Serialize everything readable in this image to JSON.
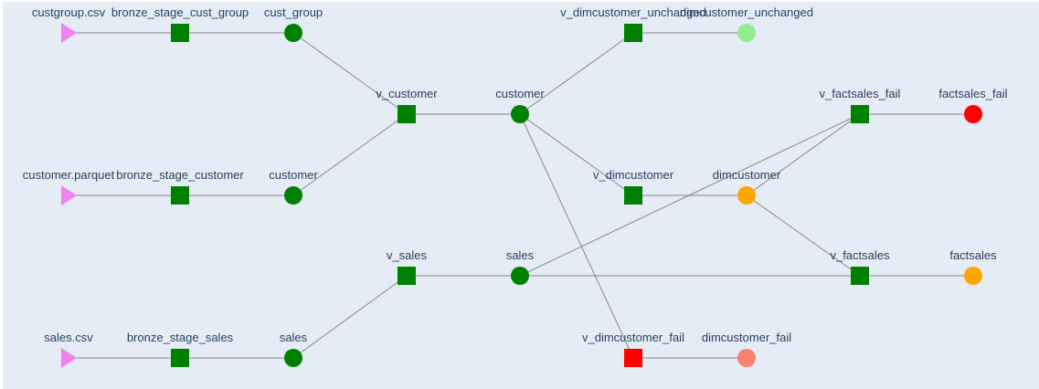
{
  "diagram": {
    "background": "#e5ecf6",
    "edge_color": "#888888",
    "label_color": "#2a3f5f",
    "nodes": [
      {
        "id": "n_custgroup_csv",
        "label": "custgroup.csv",
        "shape": "triangle",
        "color": "#ee82ee"
      },
      {
        "id": "n_bronze_cust_group",
        "label": "bronze_stage_cust_group",
        "shape": "square",
        "color": "#008000"
      },
      {
        "id": "n_cust_group",
        "label": "cust_group",
        "shape": "circle",
        "color": "#008000"
      },
      {
        "id": "n_customer_parquet",
        "label": "customer.parquet",
        "shape": "triangle",
        "color": "#ee82ee"
      },
      {
        "id": "n_bronze_customer",
        "label": "bronze_stage_customer",
        "shape": "square",
        "color": "#008000"
      },
      {
        "id": "n_customer_l",
        "label": "customer",
        "shape": "circle",
        "color": "#008000"
      },
      {
        "id": "n_sales_csv",
        "label": "sales.csv",
        "shape": "triangle",
        "color": "#ee82ee"
      },
      {
        "id": "n_bronze_sales",
        "label": "bronze_stage_sales",
        "shape": "square",
        "color": "#008000"
      },
      {
        "id": "n_sales_l",
        "label": "sales",
        "shape": "circle",
        "color": "#008000"
      },
      {
        "id": "n_v_customer",
        "label": "v_customer",
        "shape": "square",
        "color": "#008000"
      },
      {
        "id": "n_v_sales",
        "label": "v_sales",
        "shape": "square",
        "color": "#008000"
      },
      {
        "id": "n_customer_m",
        "label": "customer",
        "shape": "circle",
        "color": "#008000"
      },
      {
        "id": "n_sales_m",
        "label": "sales",
        "shape": "circle",
        "color": "#008000"
      },
      {
        "id": "n_v_dimcustomer_unchanged",
        "label": "v_dimcustomer_unchanged",
        "shape": "square",
        "color": "#008000"
      },
      {
        "id": "n_dimcustomer_unchanged",
        "label": "dimcustomer_unchanged",
        "shape": "circle",
        "color": "#90ee90"
      },
      {
        "id": "n_v_dimcustomer",
        "label": "v_dimcustomer",
        "shape": "square",
        "color": "#008000"
      },
      {
        "id": "n_dimcustomer",
        "label": "dimcustomer",
        "shape": "circle",
        "color": "#ffa500"
      },
      {
        "id": "n_v_dimcustomer_fail",
        "label": "v_dimcustomer_fail",
        "shape": "square",
        "color": "#ff0000"
      },
      {
        "id": "n_dimcustomer_fail",
        "label": "dimcustomer_fail",
        "shape": "circle",
        "color": "#fa8072"
      },
      {
        "id": "n_v_factsales_fail",
        "label": "v_factsales_fail",
        "shape": "square",
        "color": "#008000"
      },
      {
        "id": "n_factsales_fail",
        "label": "factsales_fail",
        "shape": "circle",
        "color": "#ff0000"
      },
      {
        "id": "n_v_factsales",
        "label": "v_factsales",
        "shape": "square",
        "color": "#008000"
      },
      {
        "id": "n_factsales",
        "label": "factsales",
        "shape": "circle",
        "color": "#ffa500"
      }
    ],
    "edges": [
      [
        "n_custgroup_csv",
        "n_bronze_cust_group"
      ],
      [
        "n_bronze_cust_group",
        "n_cust_group"
      ],
      [
        "n_cust_group",
        "n_v_customer"
      ],
      [
        "n_customer_parquet",
        "n_bronze_customer"
      ],
      [
        "n_bronze_customer",
        "n_customer_l"
      ],
      [
        "n_customer_l",
        "n_v_customer"
      ],
      [
        "n_v_customer",
        "n_customer_m"
      ],
      [
        "n_sales_csv",
        "n_bronze_sales"
      ],
      [
        "n_bronze_sales",
        "n_sales_l"
      ],
      [
        "n_sales_l",
        "n_v_sales"
      ],
      [
        "n_v_sales",
        "n_sales_m"
      ],
      [
        "n_customer_m",
        "n_v_dimcustomer_unchanged"
      ],
      [
        "n_v_dimcustomer_unchanged",
        "n_dimcustomer_unchanged"
      ],
      [
        "n_customer_m",
        "n_v_dimcustomer"
      ],
      [
        "n_v_dimcustomer",
        "n_dimcustomer"
      ],
      [
        "n_customer_m",
        "n_v_dimcustomer_fail"
      ],
      [
        "n_v_dimcustomer_fail",
        "n_dimcustomer_fail"
      ],
      [
        "n_sales_m",
        "n_v_factsales_fail"
      ],
      [
        "n_dimcustomer",
        "n_v_factsales_fail"
      ],
      [
        "n_v_factsales_fail",
        "n_factsales_fail"
      ],
      [
        "n_sales_m",
        "n_v_factsales"
      ],
      [
        "n_dimcustomer",
        "n_v_factsales"
      ],
      [
        "n_v_factsales",
        "n_factsales"
      ]
    ]
  }
}
